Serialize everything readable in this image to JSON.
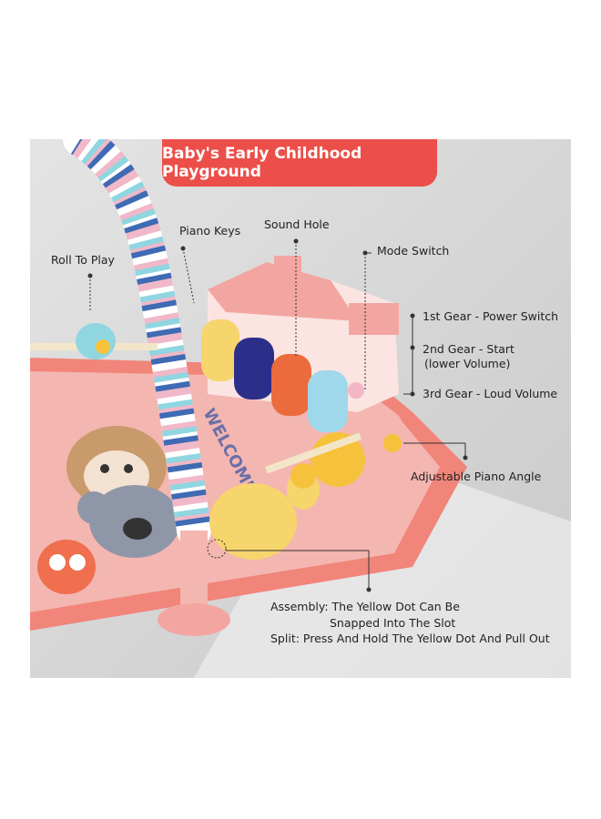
{
  "title": "Baby's Early Childhood Playground",
  "colors": {
    "banner": "#ec4f4a",
    "background": "#dcdcdc",
    "mat": "#f4b6b0",
    "text": "#222222"
  },
  "callouts": {
    "roll_to_play": "Roll To Play",
    "piano_keys": "Piano Keys",
    "sound_hole": "Sound Hole",
    "mode_switch": "Mode Switch",
    "gear_1": "1st Gear - Power Switch",
    "gear_2_line1": "2nd Gear - Start",
    "gear_2_line2": "(lower Volume)",
    "gear_3": "3rd Gear - Loud Volume",
    "adjustable_angle": "Adjustable Piano Angle",
    "assembly_line1": "Assembly: The Yellow Dot Can Be",
    "assembly_line2": "Snapped Into The Slot",
    "split": "Split: Press And Hold The Yellow Dot And Pull Out"
  },
  "mat_text": "WELCOME"
}
